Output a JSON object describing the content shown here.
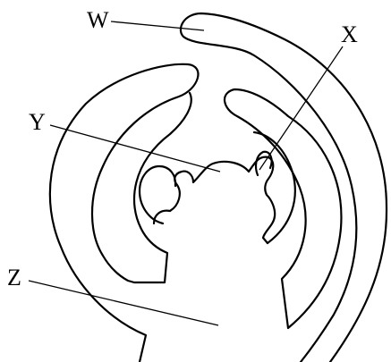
{
  "labels": {
    "w": "W",
    "x": "X",
    "y": "Y",
    "z": "Z"
  },
  "colors": {
    "stroke": "#000000",
    "background": "#ffffff"
  }
}
